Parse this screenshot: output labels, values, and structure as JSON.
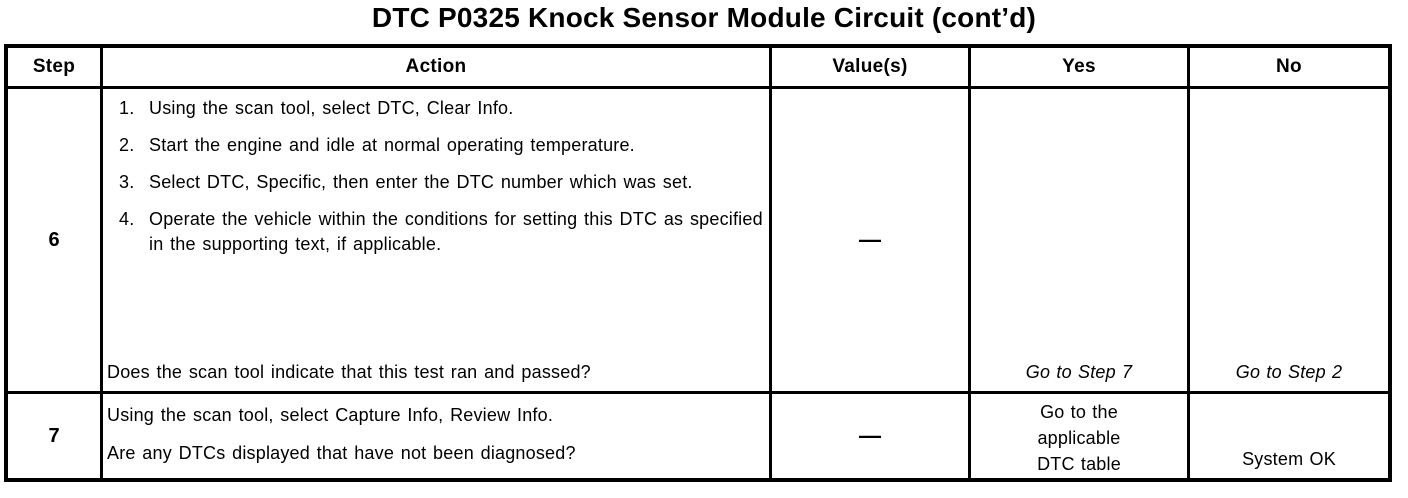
{
  "title": "DTC P0325 Knock Sensor Module Circuit (cont’d)",
  "table": {
    "headers": {
      "step": "Step",
      "action": "Action",
      "values": "Value(s)",
      "yes": "Yes",
      "no": "No"
    },
    "rows": [
      {
        "step": "6",
        "action": {
          "items": [
            {
              "num": "1.",
              "text": "Using the scan tool, select DTC, Clear Info."
            },
            {
              "num": "2.",
              "text": "Start the engine and idle at normal operating temperature."
            },
            {
              "num": "3.",
              "text": "Select DTC, Specific, then enter the DTC number which was set."
            },
            {
              "num": "4.",
              "text": "Operate the vehicle within the conditions for setting this DTC as specified in the supporting text, if applicable."
            }
          ],
          "question": "Does the scan tool indicate that this test ran and passed?"
        },
        "values": "—",
        "yes": "Go to Step 7",
        "no": "Go to Step 2"
      },
      {
        "step": "7",
        "action": {
          "lines": [
            "Using the scan tool, select Capture Info, Review Info.",
            "Are any DTCs displayed that have not been diagnosed?"
          ]
        },
        "values": "—",
        "yes": "Go to the\napplicable\nDTC table",
        "no": "System OK"
      }
    ]
  }
}
